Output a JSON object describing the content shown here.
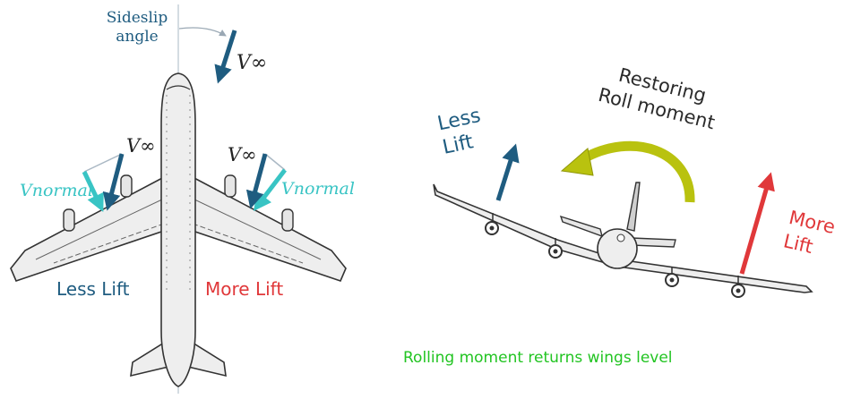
{
  "left_diagram": {
    "sideslip_label": "Sideslip\nangle",
    "v_inf": "V∞",
    "v_normal": "Vnormal",
    "less_lift": "Less Lift",
    "more_lift": "More Lift"
  },
  "right_diagram": {
    "less_lift": "Less\nLift",
    "more_lift": "More\nLift",
    "restoring": "Restoring\nRoll moment"
  },
  "caption": "Rolling moment returns wings level",
  "colors": {
    "navy": "#1f5c80",
    "cyan": "#39c4c4",
    "red": "#e0383a",
    "green": "#22c422",
    "olive": "#b9c20f"
  }
}
